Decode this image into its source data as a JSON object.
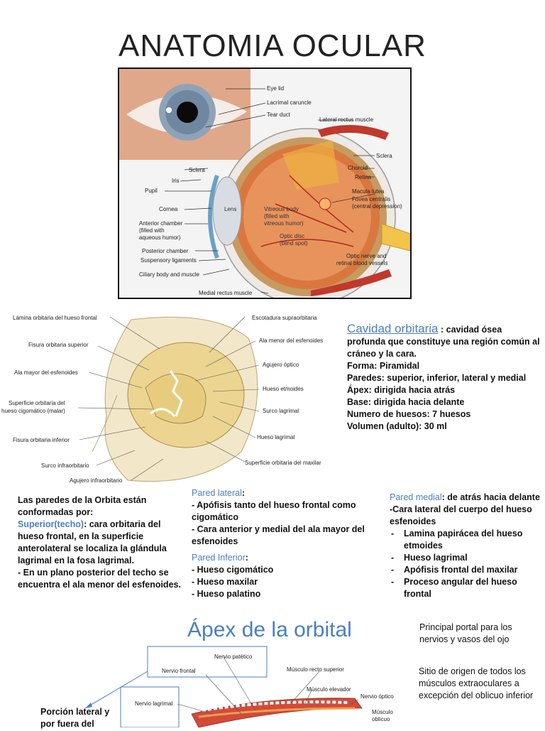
{
  "title": "ANATOMIA OCULAR",
  "eye_labels": {
    "eye_lid": "Eye lid",
    "lacrimal_caruncle": "Lacrimal caruncle",
    "tear_duct": "Tear duct",
    "lateral_rectus": "Lateral rectus muscle",
    "sclera_left": "Sclera",
    "iris": "Iris",
    "pupil": "Pupil",
    "sclera_right": "Sclera",
    "choroid": "Choroid",
    "retina": "Retina",
    "lens": "Lens",
    "cornea": "Cornea",
    "macula": "Macula lutea",
    "fovea_1": "Fovea centralis",
    "fovea_2": "(central depression)",
    "vitreous_1": "Vitreous body",
    "vitreous_2": "(filled with",
    "vitreous_3": "vitreous humor)",
    "anterior_1": "Anterior chamber",
    "anterior_2": "(filled with",
    "anterior_3": "aqueous humor)",
    "optic_disc_1": "Optic disc",
    "optic_disc_2": "(blind spot)",
    "posterior_chamber": "Posterior chamber",
    "suspensory": "Suspensory ligaments",
    "optic_nerve_1": "Optic nerve and",
    "optic_nerve_2": "retinal blood vessels",
    "ciliary": "Ciliary body and muscle",
    "medial_rectus": "Medial rectus muscle"
  },
  "orbit_labels": {
    "lamina": "Lámina orbitaria del hueso frontal",
    "escotadura": "Escotadura supraorbitaria",
    "fisura_sup": "Fisura orbitaria superior",
    "ala_menor": "Ala menor del esfenoides",
    "agujero_optico": "Agujero óptico",
    "ala_mayor": "Ala mayor del esfenoides",
    "hueso_etmoides": "Hueso etmoides",
    "superficie_cig_1": "Superficie orbitaria del",
    "superficie_cig_2": "hueso cigomático (malar)",
    "surco_lagrimal": "Surco lagrimal",
    "hueso_lagrimal": "Hueso lagrimal",
    "fisura_inf": "Fisura orbitaria inferior",
    "surco_infra": "Surco infraorbitario",
    "superficie_max": "Superficie orbitaria del maxilar",
    "agujero_infra": "Agujero infraorbitario"
  },
  "cavidad": {
    "heading": "Cavidad orbitaria",
    "desc": " : cavidad ósea profunda que constituye una región común al cráneo y la cara.",
    "lines": [
      "Forma: Piramidal",
      "Paredes: superior, inferior, lateral y medial",
      "Ápex: dirigida hacia atrás",
      "Base: dirigida hacia delante",
      "Numero de huesos: 7 huesos",
      "Volumen (adulto): 30 ml"
    ]
  },
  "paredes": {
    "intro": "Las paredes de la Orbita están conformadas por:",
    "superior_label": "Superior(techo)",
    "superior_text": ": cara orbitaria del hueso frontal, en la superficie anterolateral se localiza la glándula lagrimal en la fosa lagrimal.",
    "posterior_text": "- En un plano posterior del techo se encuentra el ala menor del esfenoides."
  },
  "pared_lateral": {
    "label": "Pared lateral",
    "colon": ":",
    "items": [
      "- Apófisis tanto del hueso frontal como cigomático",
      "- Cara anterior y medial del ala mayor del esfenoides"
    ]
  },
  "pared_inferior": {
    "label": "Pared Inferior",
    "colon": ":",
    "items": [
      "- Hueso cigomático",
      "- Hueso maxilar",
      "- Hueso palatino"
    ]
  },
  "pared_medial": {
    "label": "Pared medial",
    "suffix": ": de atrás hacia delante",
    "intro": "-Cara lateral del cuerpo del hueso esfenoides",
    "items": [
      "Lamina papirácea del hueso etmoides",
      "Hueso lagrimal",
      "Apófisis frontal del maxilar",
      "Proceso angular del hueso frontal"
    ]
  },
  "apex": {
    "title": "Ápex de la orbital",
    "portal": "Principal portal para los nervios y vasos del ojo",
    "origen": "Sitio de origen de todos los músculos extraoculares a excepción del oblicuo inferior",
    "porcion": "Porción lateral y por fuera del",
    "labels": {
      "patetico": "Nervio patético",
      "frontal": "Nervio frontal",
      "recto_sup": "Músculo recto superior",
      "elevador": "Músculo elevador",
      "lagrimal": "Nervio lagrimal",
      "optico": "Nervio óptico",
      "oblicuo_1": "Músculo",
      "oblicuo_2": "oblicuo"
    }
  },
  "colors": {
    "accent_blue": "#4a7fbf",
    "bone": "#eedcb0",
    "muscle": "#c0392b"
  }
}
